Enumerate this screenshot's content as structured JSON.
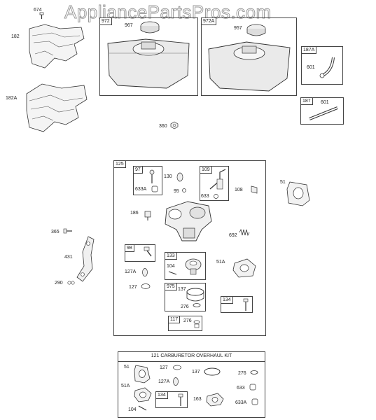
{
  "watermark": "AppliancePartsPros.com",
  "top_parts": {
    "p674": "674",
    "p182": "182",
    "p182a": "182A",
    "p972": "972",
    "p967": "967",
    "p972a": "972A",
    "p957": "957",
    "p187a": "187A",
    "p601a": "601",
    "p187": "187",
    "p601b": "601",
    "p360": "360"
  },
  "carb_group": {
    "p125": "125",
    "p97": "97",
    "p633a": "633A",
    "p130": "130",
    "p95": "95",
    "p109": "109",
    "p633": "633",
    "p108": "108",
    "p186": "186",
    "p692": "692",
    "p98": "98",
    "p133": "133",
    "p104": "104",
    "p51a": "51A",
    "p127a": "127A",
    "p127": "127",
    "p975": "975",
    "p137": "137",
    "p276a": "276",
    "p134": "134",
    "p117": "117",
    "p276b": "276"
  },
  "side_parts": {
    "p51": "51",
    "p365": "365",
    "p431": "431",
    "p290": "290"
  },
  "kit": {
    "title": "121 CARBURETOR OVERHAUL KIT",
    "p51": "51",
    "p127": "127",
    "p137": "137",
    "p276": "276",
    "p127a": "127A",
    "p633": "633",
    "p51a": "51A",
    "p134": "134",
    "p163": "163",
    "p633a": "633A",
    "p104": "104"
  }
}
